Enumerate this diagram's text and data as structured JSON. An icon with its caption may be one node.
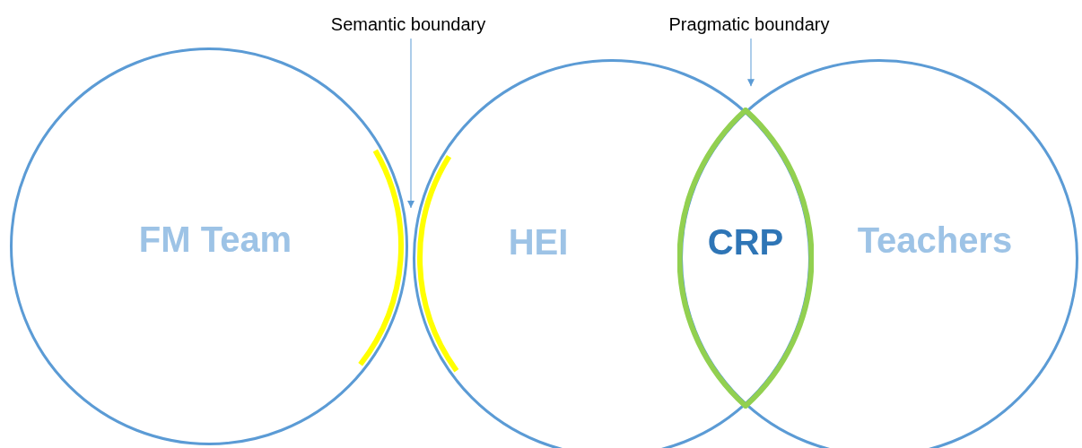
{
  "diagram": {
    "nodes": [
      {
        "text": [
          "FM Team"
        ]
      },
      {
        "text": [
          "HEI"
        ]
      },
      {
        "text": [
          "Teachers"
        ]
      },
      {
        "text": [
          "CRP"
        ]
      },
      {
        "text": [
          "Semantic boundary"
        ]
      },
      {
        "text": [
          "Pragmatic boundary"
        ]
      }
    ],
    "edges": [
      {
        "from": 4,
        "to": 0,
        "arrow": "to"
      },
      {
        "from": 5,
        "to": 2,
        "arrow": "to"
      }
    ]
  }
}
